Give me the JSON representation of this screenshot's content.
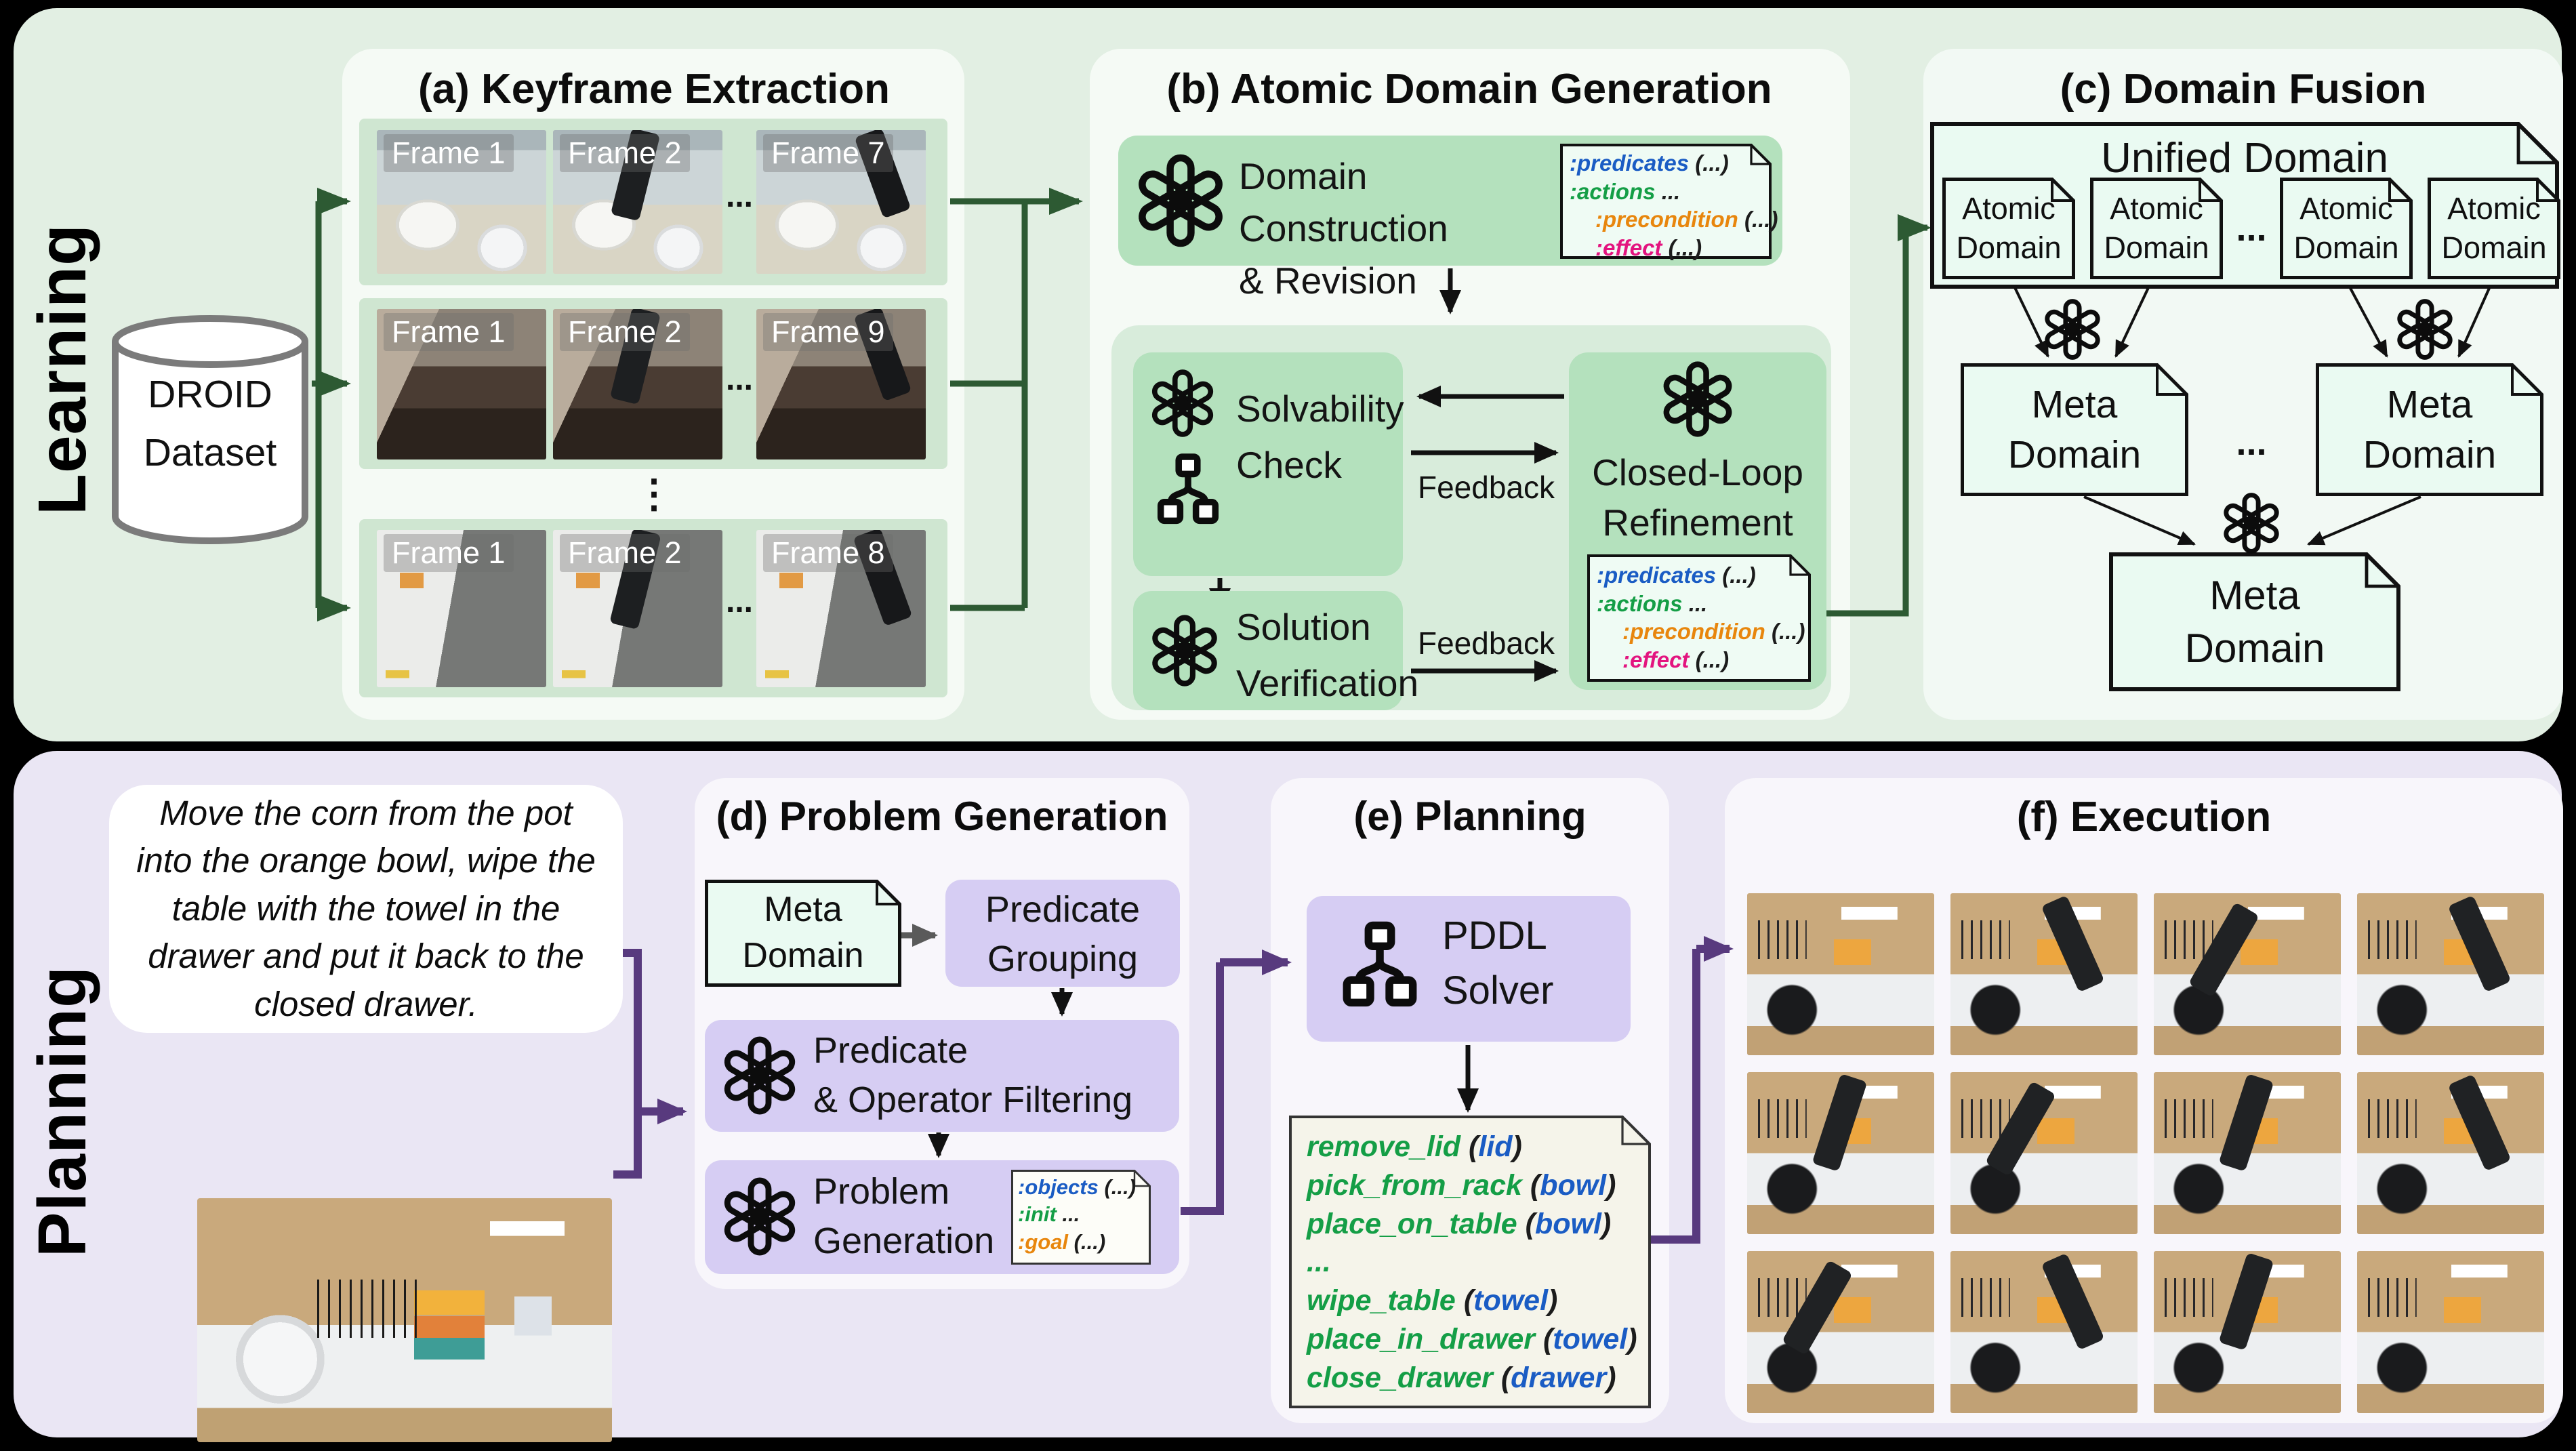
{
  "colors": {
    "background": "#000000",
    "section_green": "#e2efe3",
    "panel_green": "#f5faf5",
    "strip_green": "#cfe6d1",
    "subpanel_green": "#d8ecdb",
    "box_green": "#b4e1bd",
    "accent_green": "#2d5a33",
    "doc_mint": "#e9f9f1",
    "section_purple": "#eae6f4",
    "panel_purple": "#f8f6fb",
    "box_purple": "#d6cdf3",
    "accent_purple": "#583a7e",
    "note_cream": "#f5f4ea",
    "code_blue": "#1a5cc4",
    "code_green": "#149e46",
    "code_orange": "#e8860d",
    "code_magenta": "#e3147f"
  },
  "learning": {
    "label": "Learning",
    "droid": "DROID\nDataset",
    "keyframe": {
      "title": "(a) Keyframe Extraction",
      "ellipsis": "...",
      "vdots": "⋮",
      "rows": [
        {
          "f1": "Frame 1",
          "f2": "Frame 2",
          "f3": "Frame 7"
        },
        {
          "f1": "Frame 1",
          "f2": "Frame 2",
          "f3": "Frame 9"
        },
        {
          "f1": "Frame 1",
          "f2": "Frame 2",
          "f3": "Frame 8"
        }
      ]
    },
    "atomic": {
      "title": "(b) Atomic Domain Generation",
      "construction": "Domain Construction\n& Revision",
      "solvability": "Solvability\nCheck",
      "verification": "Solution\nVerification",
      "refinement": "Closed-Loop\nRefinement",
      "feedback": "Feedback",
      "note": {
        "predicates": ":predicates",
        "predicates_rest": " (...)",
        "actions": ":actions",
        "actions_rest": " ...",
        "precondition": ":precondition",
        "precondition_rest": " (...)",
        "effect": ":effect",
        "effect_rest": " (...)"
      }
    },
    "fusion": {
      "title": "(c) Domain Fusion",
      "unified": "Unified Domain",
      "atomic_doc": "Atomic\nDomain",
      "meta_doc": "Meta\nDomain",
      "ellipsis": "..."
    }
  },
  "planning": {
    "label": "Planning",
    "task": "Move the corn from the pot\ninto the orange bowl, wipe the\ntable with the towel in the\ndrawer and put it back to the\nclosed drawer.",
    "problem": {
      "title": "(d) Problem Generation",
      "meta_doc": "Meta\nDomain",
      "grouping": "Predicate\nGrouping",
      "filtering": "Predicate\n& Operator Filtering",
      "generation": "Problem\nGeneration",
      "note": {
        "objects": ":objects",
        "objects_rest": " (...)",
        "init": ":init",
        "init_rest": " ...",
        "goal": ":goal",
        "goal_rest": " (...)"
      }
    },
    "plan": {
      "title": "(e) Planning",
      "solver": "PDDL\nSolver",
      "lines": [
        {
          "name": "remove_lid",
          "arg": "lid"
        },
        {
          "name": "pick_from_rack",
          "arg": "bowl"
        },
        {
          "name": "place_on_table",
          "arg": "bowl"
        },
        {
          "name": "...",
          "arg": ""
        },
        {
          "name": "wipe_table",
          "arg": "towel"
        },
        {
          "name": "place_in_drawer",
          "arg": "towel"
        },
        {
          "name": "close_drawer",
          "arg": "drawer"
        }
      ]
    },
    "execution": {
      "title": "(f) Execution"
    }
  }
}
